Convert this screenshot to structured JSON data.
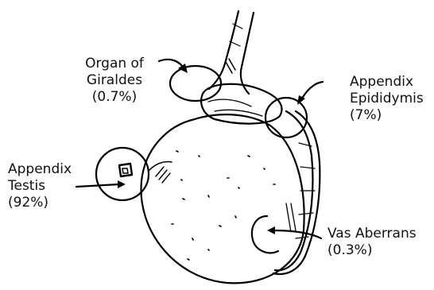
{
  "labels": {
    "organ_of_giraldes": {
      "line1": "Organ of",
      "line2": "Giraldes",
      "line3": "(0.7%)"
    },
    "appendix_epididymis": {
      "line1": "Appendix",
      "line2": "Epididymis",
      "line3": "(7%)"
    },
    "appendix_testis": {
      "line1": "Appendix",
      "line2": "Testis",
      "line3": "(92%)"
    },
    "vas_aberrans": {
      "line1": "Vas Aberrans",
      "line2": "(0.3%)"
    }
  }
}
